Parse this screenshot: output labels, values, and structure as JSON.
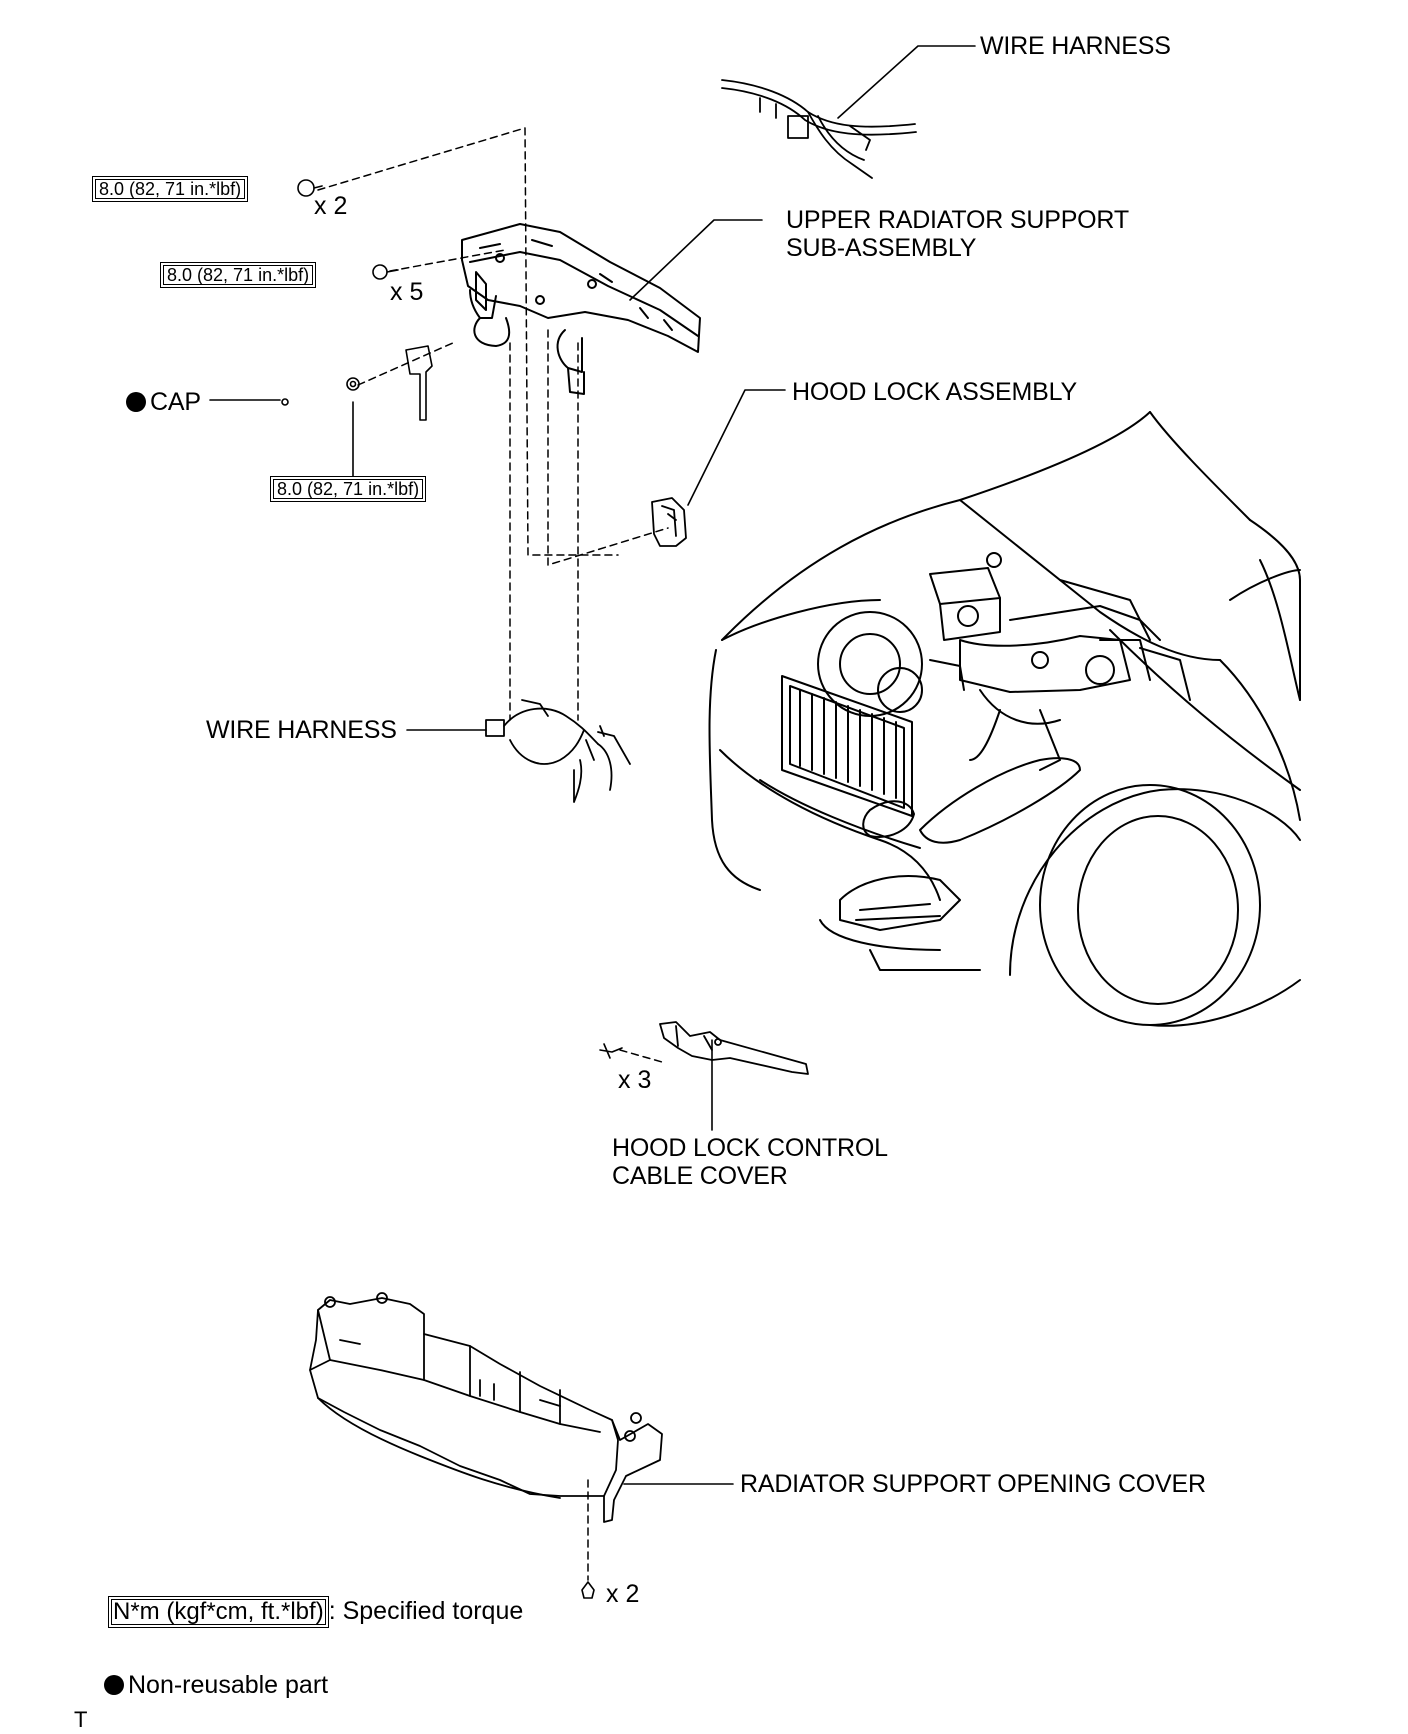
{
  "labels": {
    "wire_harness_top": "WIRE HARNESS",
    "upper_radiator_support": "UPPER RADIATOR SUPPORT SUB-ASSEMBLY",
    "cap": "CAP",
    "hood_lock_assembly": "HOOD LOCK ASSEMBLY",
    "wire_harness_mid": "WIRE HARNESS",
    "hood_lock_control_cable_cover": "HOOD LOCK CONTROL CABLE COVER",
    "radiator_support_opening_cover": "RADIATOR SUPPORT OPENING COVER"
  },
  "torques": {
    "t1": "8.0 (82, 71 in.*lbf)",
    "t2": "8.0 (82, 71 in.*lbf)",
    "t3": "8.0 (82, 71 in.*lbf)"
  },
  "counts": {
    "c1": "x 2",
    "c2": "x 5",
    "c3": "x 3",
    "c4": "x 2"
  },
  "legend": {
    "torque_unit": "N*m (kgf*cm, ft.*lbf)",
    "torque_desc": ": Specified torque",
    "non_reusable": "Non-reusable part"
  },
  "corner_mark": "T"
}
